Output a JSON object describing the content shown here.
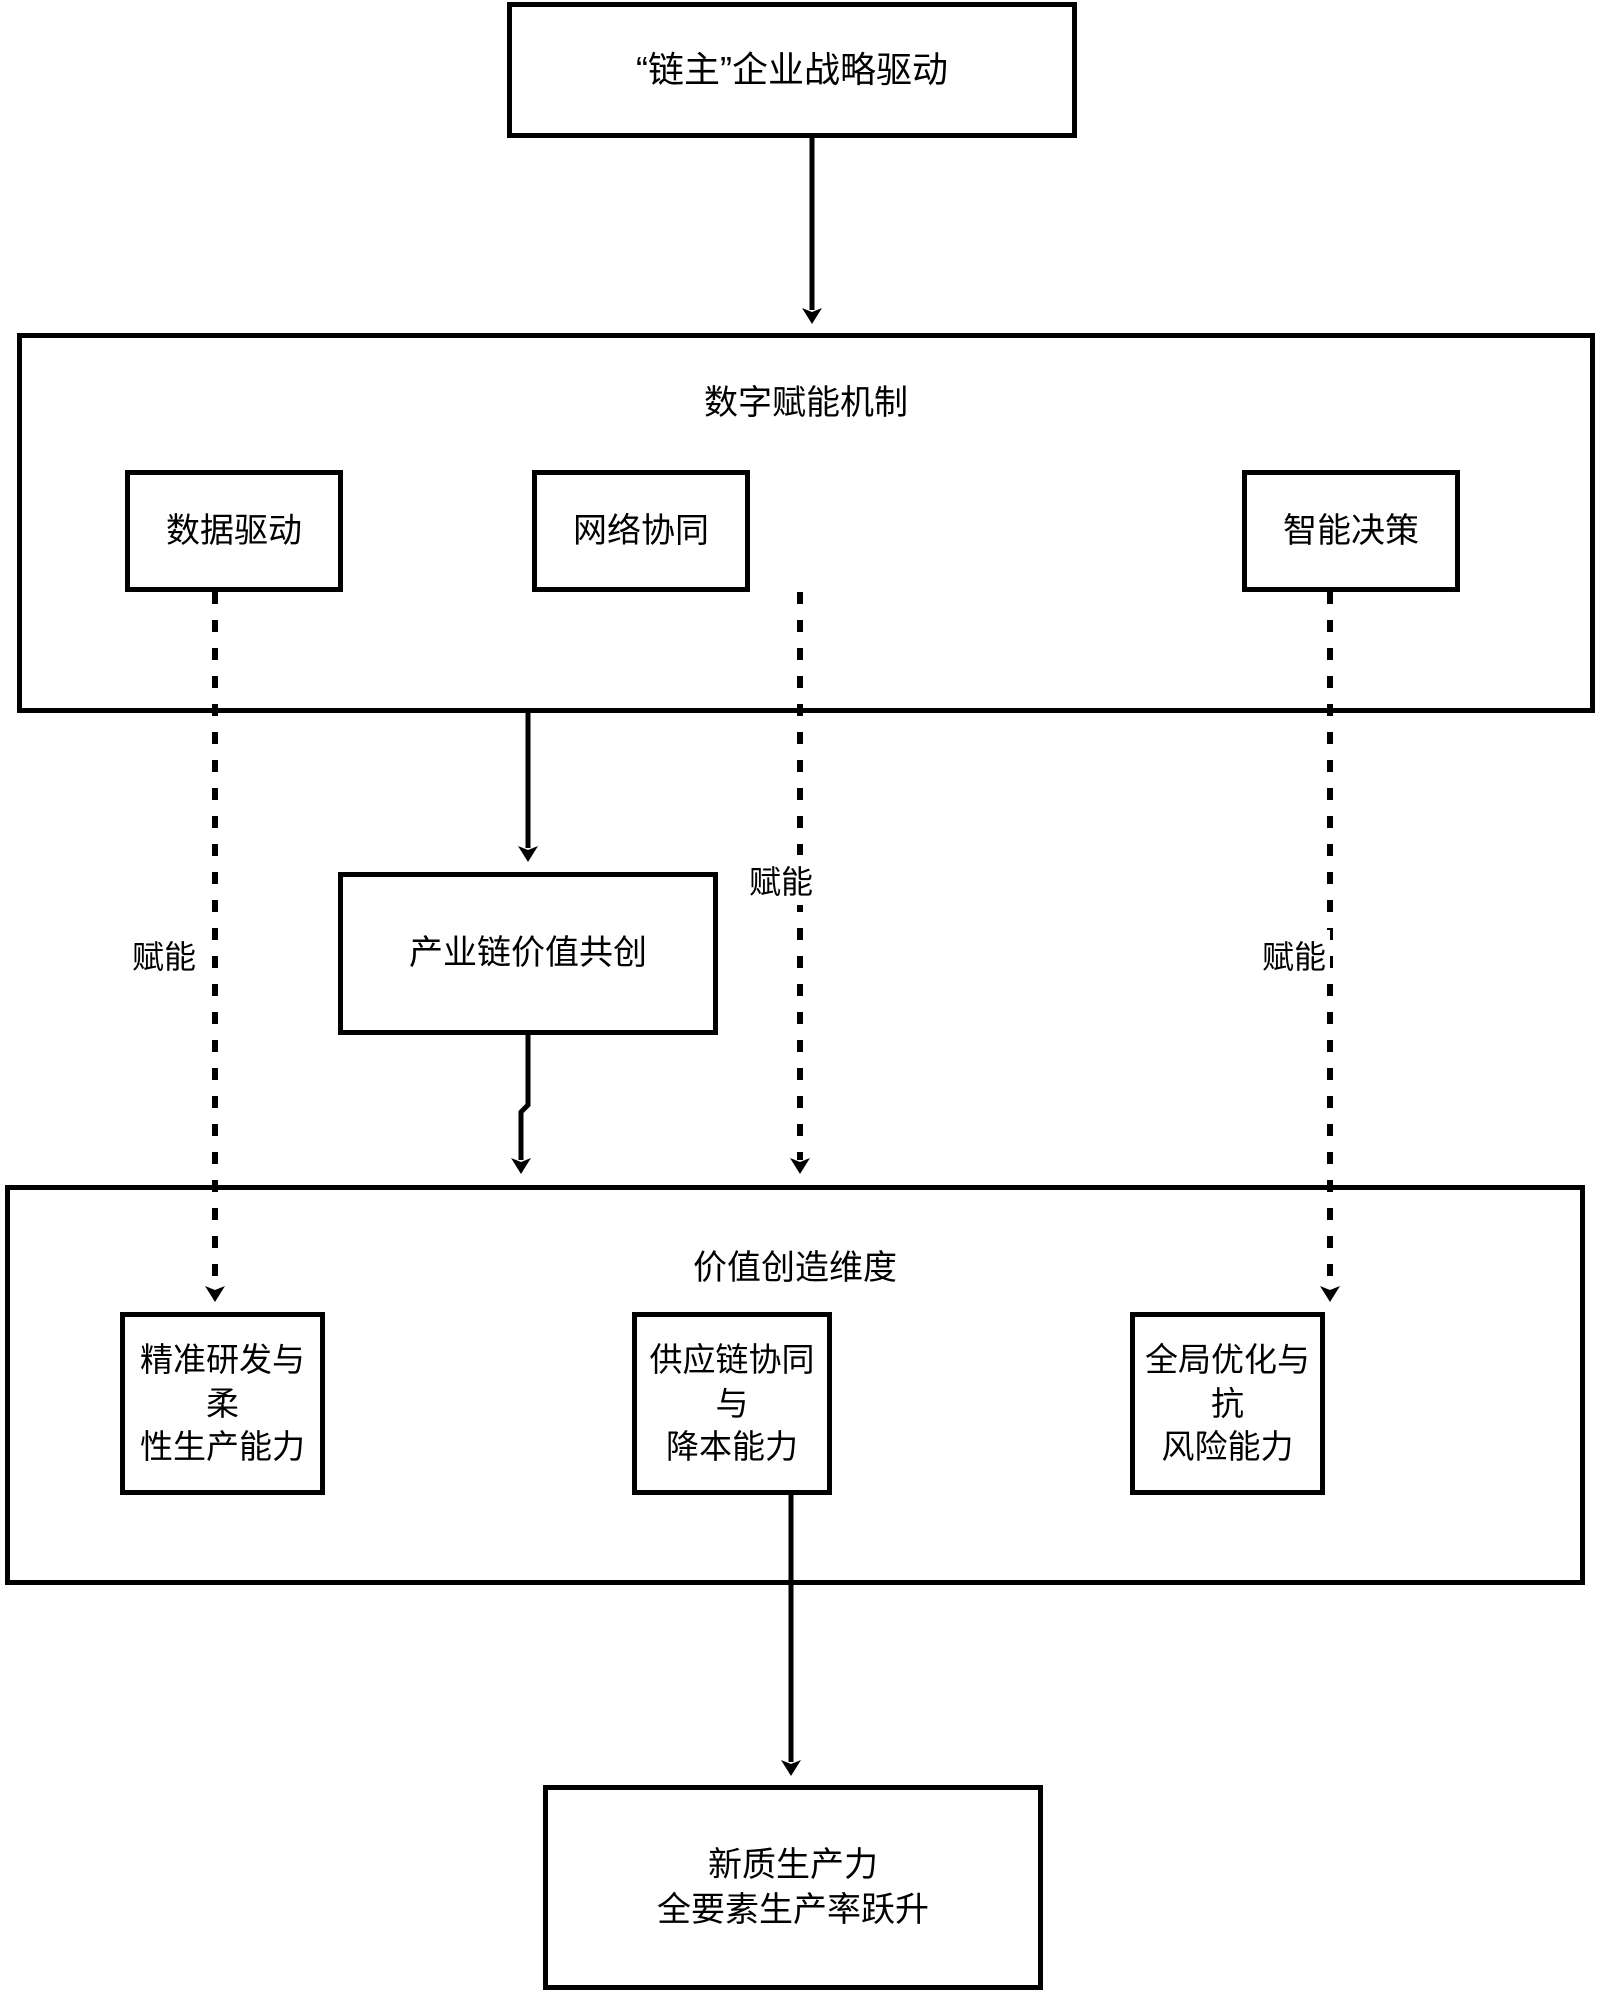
{
  "diagram": {
    "type": "flowchart",
    "orientation": "top-down",
    "background": "#ffffff",
    "stroke_color": "#000000",
    "nodes": {
      "top": {
        "id": "top",
        "label": "“链主”企业战略驱动"
      },
      "mechanism_group": {
        "id": "mechanism_group",
        "title": "数字赋能机制",
        "children": [
          {
            "id": "m0",
            "label": "数据驱动"
          },
          {
            "id": "m1",
            "label": "网络协同"
          },
          {
            "id": "m2",
            "label": "智能决策"
          }
        ]
      },
      "cocreation": {
        "id": "cocreation",
        "label": "产业链价值共创"
      },
      "value_group": {
        "id": "value_group",
        "title": "价值创造维度",
        "children": [
          {
            "id": "v0",
            "label": "精准研发与柔\n性生产能力",
            "line1": "精准研发与柔",
            "line2": "性生产能力"
          },
          {
            "id": "v1",
            "label": "供应链协同与\n降本能力",
            "line1": "供应链协同与",
            "line2": "降本能力"
          },
          {
            "id": "v2",
            "label": "全局优化与抗\n风险能力",
            "line1": "全局优化与抗",
            "line2": "风险能力"
          }
        ]
      },
      "bottom": {
        "id": "bottom",
        "line1": "新质生产力",
        "line2": "全要素生产率跃升"
      }
    },
    "edges": [
      {
        "from": "top",
        "to": "mechanism_group",
        "style": "solid",
        "label": ""
      },
      {
        "from": "mechanism_group",
        "to": "cocreation",
        "style": "solid",
        "label": ""
      },
      {
        "from": "cocreation",
        "to": "value_group",
        "style": "solid",
        "label": ""
      },
      {
        "from": "m0",
        "to": "v0",
        "style": "dotted",
        "label": "赋能"
      },
      {
        "from": "m1",
        "to": "value_group",
        "style": "dotted",
        "label": "赋能"
      },
      {
        "from": "m2",
        "to": "v2",
        "style": "dotted",
        "label": "赋能"
      },
      {
        "from": "v1",
        "to": "bottom",
        "style": "solid",
        "label": ""
      }
    ],
    "edge_labels": {
      "enable": "赋能"
    }
  }
}
